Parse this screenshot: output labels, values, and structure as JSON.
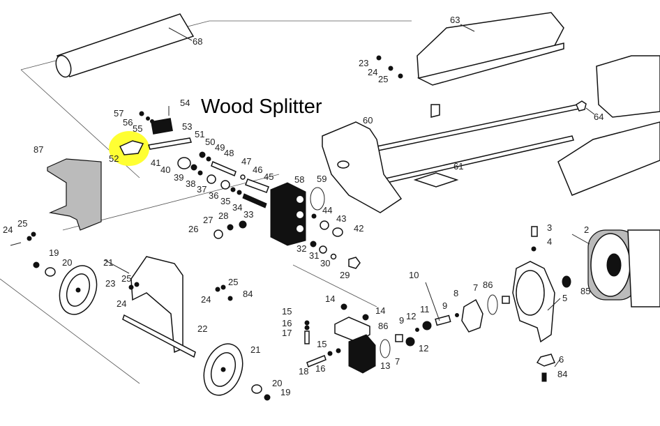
{
  "title": "Wood Splitter",
  "highlight_color": "#ffff33",
  "highlighted_part": "52",
  "part_labels": [
    "68",
    "63",
    "23",
    "24",
    "25",
    "64",
    "60",
    "61",
    "54",
    "57",
    "56",
    "55",
    "53",
    "51",
    "50",
    "49",
    "48",
    "87",
    "52",
    "41",
    "40",
    "47",
    "46",
    "45",
    "39",
    "38",
    "37",
    "36",
    "58",
    "59",
    "35",
    "34",
    "33",
    "28",
    "27",
    "26",
    "44",
    "43",
    "42",
    "32",
    "31",
    "30",
    "29",
    "3",
    "4",
    "2",
    "24",
    "25",
    "19",
    "20",
    "21",
    "23",
    "25",
    "24",
    "25",
    "24",
    "84",
    "10",
    "86",
    "7",
    "8",
    "85",
    "5",
    "14",
    "14",
    "15",
    "16",
    "17",
    "9",
    "12",
    "11",
    "9",
    "86",
    "12",
    "15",
    "13",
    "7",
    "18",
    "16",
    "22",
    "21",
    "20",
    "19",
    "6",
    "84"
  ]
}
